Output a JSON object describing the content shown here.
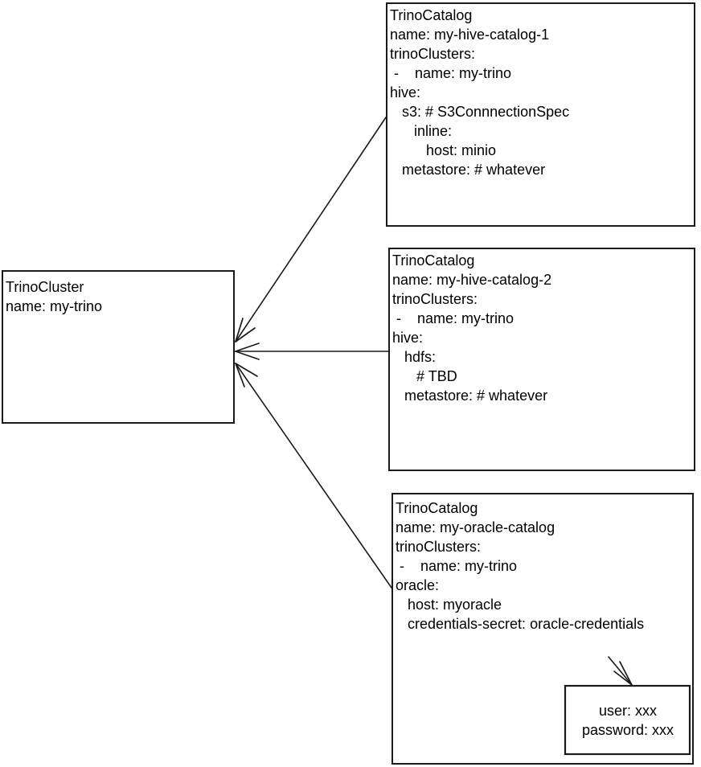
{
  "diagram": {
    "title": "TrinoCluster and TrinoCatalog relationship diagram",
    "style": {
      "background": "#ffffff",
      "stroke": "#1a1a1a",
      "text": "#000000"
    },
    "cluster_box": {
      "kind": "TrinoCluster",
      "lines": [
        "TrinoCluster",
        "name: my-trino"
      ]
    },
    "catalog_boxes": [
      {
        "id": "hive-catalog-1",
        "kind": "TrinoCatalog",
        "lines": [
          "TrinoCatalog",
          "name: my-hive-catalog-1",
          "trinoClusters:",
          " -    name: my-trino",
          "hive:",
          "   s3: # S3ConnnectionSpec",
          "      inline:",
          "         host: minio",
          "   metastore: # whatever"
        ]
      },
      {
        "id": "hive-catalog-2",
        "kind": "TrinoCatalog",
        "lines": [
          "TrinoCatalog",
          "name: my-hive-catalog-2",
          "trinoClusters:",
          " -    name: my-trino",
          "hive:",
          "   hdfs:",
          "      # TBD",
          "   metastore: # whatever"
        ]
      },
      {
        "id": "oracle-catalog",
        "kind": "TrinoCatalog",
        "lines": [
          "TrinoCatalog",
          "name: my-oracle-catalog",
          "trinoClusters:",
          " -    name: my-trino",
          "oracle:",
          "   host: myoracle",
          "   credentials-secret: oracle-credentials"
        ],
        "secret_box": {
          "id": "oracle-credentials",
          "lines": [
            "user: xxx",
            "password: xxx"
          ]
        }
      }
    ],
    "connectors": [
      {
        "id": "catalog1-to-cluster",
        "from": "hive-catalog-1",
        "to": "cluster"
      },
      {
        "id": "catalog2-to-cluster",
        "from": "hive-catalog-2",
        "to": "cluster"
      },
      {
        "id": "catalog3-to-cluster",
        "from": "oracle-catalog",
        "to": "cluster"
      },
      {
        "id": "secret-reference",
        "from": "credentials-secret",
        "to": "oracle-credentials"
      }
    ]
  }
}
